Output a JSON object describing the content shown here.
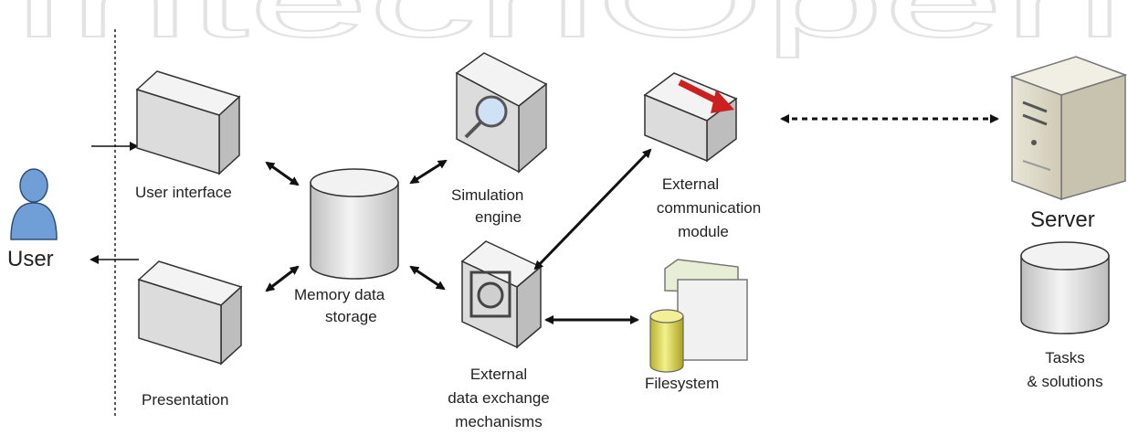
{
  "watermark": "IntechOpen",
  "actors": {
    "user": "User",
    "server": "Server"
  },
  "components": {
    "user_interface": "User interface",
    "presentation": "Presentation",
    "memory_storage": [
      "Memory data",
      "storage"
    ],
    "simulation_engine": [
      "Simulation",
      "engine"
    ],
    "external_communication": [
      "External",
      "communication",
      "module"
    ],
    "external_exchange": [
      "External",
      "data exchange",
      "mechanisms"
    ],
    "filesystem": "Filesystem",
    "tasks_solutions": [
      "Tasks",
      "& solutions"
    ]
  },
  "colors": {
    "box_front": "#dcdcdc",
    "box_top": "#f3f3f3",
    "box_side": "#bdbdbd",
    "user_icon": "#6f9fd6",
    "red_arrow": "#cc1f1f",
    "cylinder_yellow": "#e8e36a"
  }
}
